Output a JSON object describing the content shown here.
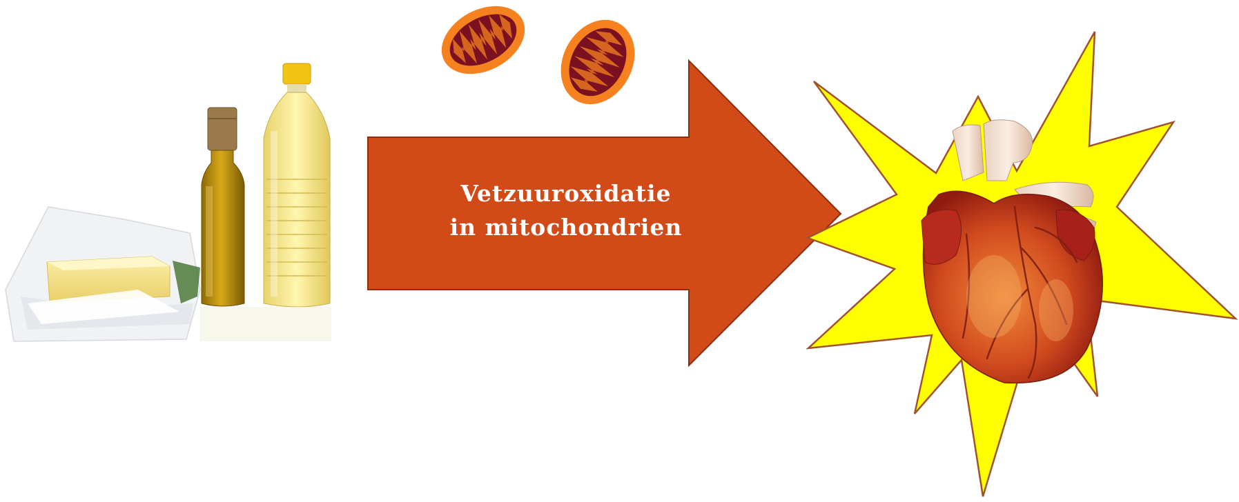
{
  "diagram": {
    "arrow": {
      "label_lines": [
        "Vetzuuroxidatie",
        "in mitochondrien"
      ],
      "fill_color": "#D24A17",
      "stroke_color": "#8A2E0C"
    },
    "mitochondria": {
      "count": 2,
      "outer_color": "#F5821F",
      "inner_color": "#7A1020",
      "icon": "mitochondrion-icon"
    },
    "starburst": {
      "fill_color": "#FFFF00",
      "stroke_color": "#A0522D",
      "icon": "starburst-icon"
    },
    "food": {
      "icons": [
        "butter-icon",
        "olive-oil-bottle-icon",
        "cooking-oil-bottle-icon"
      ]
    },
    "heart": {
      "icon": "heart-icon"
    }
  }
}
